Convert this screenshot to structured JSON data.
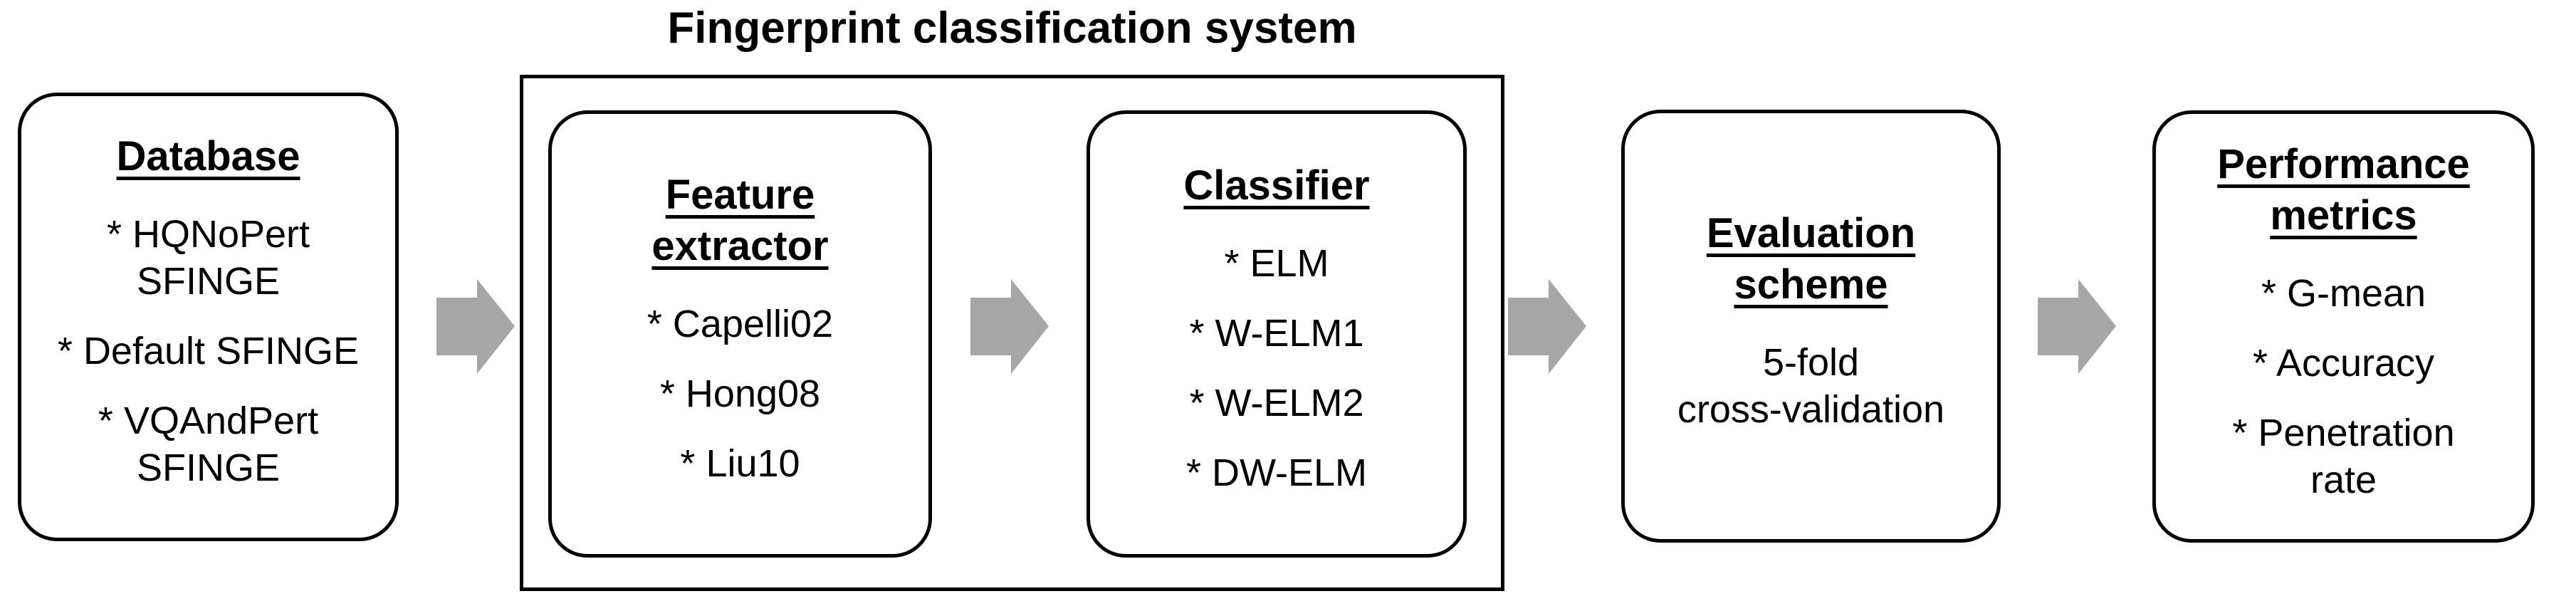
{
  "group_label": "Fingerprint classification system",
  "colors": {
    "arrow": "#a6a6a6",
    "border": "#000000",
    "text": "#000000",
    "background": "#ffffff"
  },
  "boxes": {
    "database": {
      "heading_lines": [
        "Database"
      ],
      "items": [
        [
          "* HQNoPert",
          "SFINGE"
        ],
        [
          "* Default SFINGE"
        ],
        [
          "* VQAndPert",
          "SFINGE"
        ]
      ]
    },
    "feature_extractor": {
      "heading_lines": [
        "Feature",
        "extractor"
      ],
      "items": [
        [
          "* Capelli02"
        ],
        [
          "* Hong08"
        ],
        [
          "* Liu10"
        ]
      ]
    },
    "classifier": {
      "heading_lines": [
        "Classifier"
      ],
      "items": [
        [
          "* ELM"
        ],
        [
          "* W-ELM1"
        ],
        [
          "* W-ELM2"
        ],
        [
          "* DW-ELM"
        ]
      ]
    },
    "evaluation_scheme": {
      "heading_lines": [
        "Evaluation",
        "scheme"
      ],
      "items": [
        [
          "5-fold",
          "cross-validation"
        ]
      ]
    },
    "performance_metrics": {
      "heading_lines": [
        "Performance",
        "metrics"
      ],
      "items": [
        [
          "* G-mean"
        ],
        [
          "* Accuracy"
        ],
        [
          "* Penetration",
          "rate"
        ]
      ]
    }
  }
}
